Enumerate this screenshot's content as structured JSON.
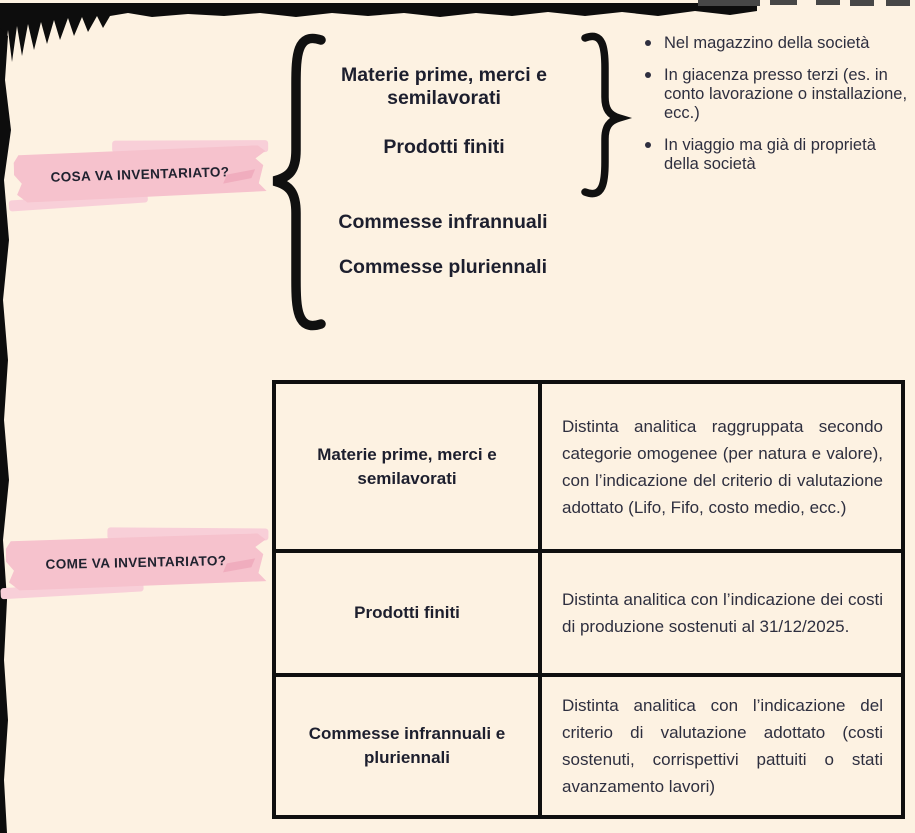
{
  "page": {
    "background_color": "#fdf2e2",
    "ink_color": "#0f0f0f",
    "text_color": "#2e2f3f",
    "accent_pink": "#f6c2cd"
  },
  "section_what": {
    "label": "COSA VA INVENTARIATO?",
    "brace_items": [
      {
        "label": "Materie prime, merci e semilavorati"
      },
      {
        "label": "Prodotti finiti"
      },
      {
        "label": "Commesse infrannuali"
      },
      {
        "label": "Commesse pluriennali"
      }
    ],
    "bullets": [
      "Nel magazzino della società",
      "In giacenza presso terzi (es. in conto lavorazione o installazione, ecc.)",
      "In viaggio ma già di proprietà della società"
    ]
  },
  "section_how": {
    "label": "COME VA INVENTARIATO?",
    "table": {
      "rows": [
        {
          "item": "Materie prime, merci e semilavorati",
          "description": "Distinta analitica raggruppata secondo categorie omogenee (per natura e valore), con l’indicazione del criterio di valutazione adottato (Lifo, Fifo, costo medio, ecc.)"
        },
        {
          "item": "Prodotti finiti",
          "description": "Distinta analitica con l’indicazione dei costi di produzione sostenuti al 31/12/2025."
        },
        {
          "item": "Commesse infrannuali e pluriennali",
          "description": "Distinta analitica con l’indicazione del criterio di valutazione adottato (costi sostenuti, corrispettivi pattuiti o stati avanzamento lavori)"
        }
      ]
    }
  }
}
